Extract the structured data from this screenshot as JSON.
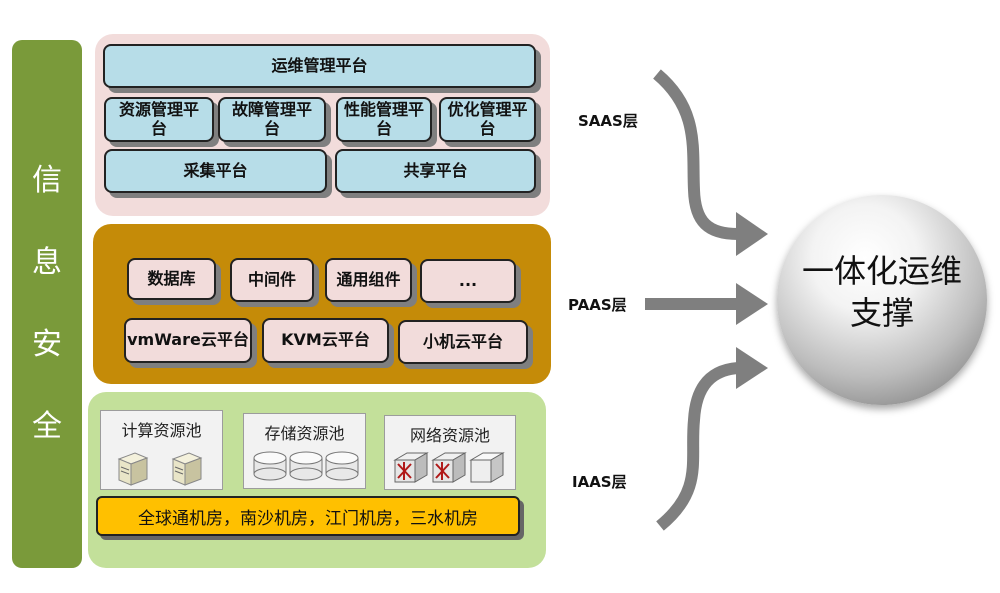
{
  "security": {
    "chars": [
      "信",
      "息",
      "安",
      "全"
    ]
  },
  "saas": {
    "label": "SAAS层",
    "ops_platform": "运维管理平台",
    "sub_platforms": [
      "资源管理平台",
      "故障管理平台",
      "性能管理平台",
      "优化管理平台"
    ],
    "collect_platform": "采集平台",
    "share_platform": "共享平台"
  },
  "paas": {
    "label": "PAAS层",
    "row1": [
      "数据库",
      "中间件",
      "通用组件",
      "..."
    ],
    "row2": [
      "vmWare云平台",
      "KVM云平台",
      "小机云平台"
    ]
  },
  "iaas": {
    "label": "IAAS层",
    "pools": {
      "compute": "计算资源池",
      "storage": "存储资源池",
      "network": "网络资源池"
    },
    "datacenters": "全球通机房，南沙机房，江门机房，三水机房"
  },
  "center": {
    "line1": "一体化运维",
    "line2": "支撑"
  },
  "colors": {
    "security": "#7a9a3a",
    "saas_panel": "#f2dcdb",
    "saas_box": "#b7dde8",
    "paas_panel": "#c58b08",
    "paas_box": "#f2dcdb",
    "iaas_panel": "#c3e09a",
    "datacenter": "#ffc000",
    "arrow": "#7f7f7f"
  }
}
